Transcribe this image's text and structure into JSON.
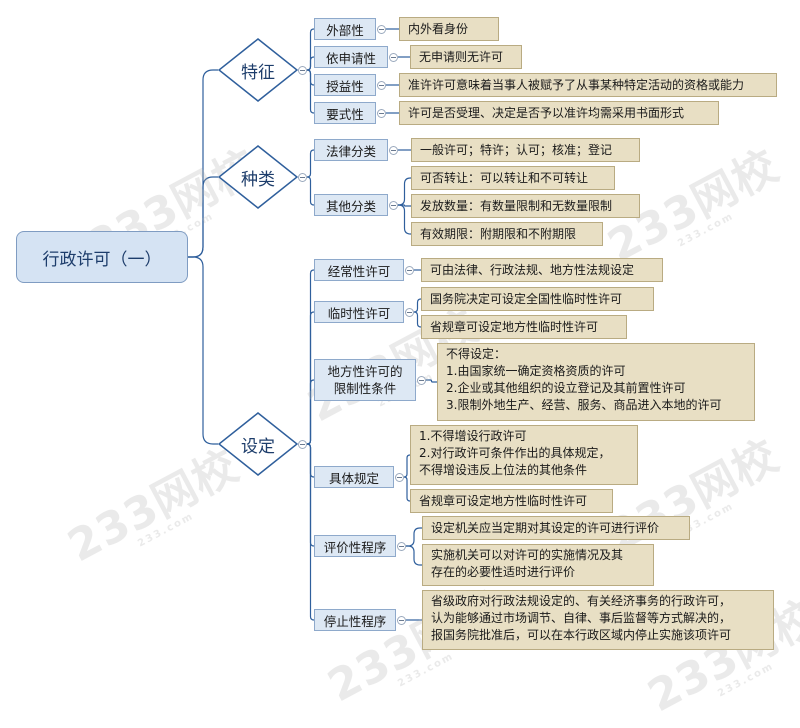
{
  "root": {
    "label": "行政许可（一）"
  },
  "branches": [
    {
      "label": "特征",
      "topics": [
        {
          "label": "外部性",
          "leaves": [
            {
              "lines": [
                "内外看身份"
              ]
            }
          ]
        },
        {
          "label": "依申请性",
          "leaves": [
            {
              "lines": [
                "无申请则无许可"
              ]
            }
          ]
        },
        {
          "label": "授益性",
          "leaves": [
            {
              "lines": [
                "准许许可意味着当事人被赋予了从事某种特定活动的资格或能力"
              ]
            }
          ]
        },
        {
          "label": "要式性",
          "leaves": [
            {
              "lines": [
                "许可是否受理、决定是否予以准许均需采用书面形式"
              ]
            }
          ]
        }
      ]
    },
    {
      "label": "种类",
      "topics": [
        {
          "label": "法律分类",
          "leaves": [
            {
              "lines": [
                "一般许可；特许；认可；核准；登记"
              ]
            }
          ]
        },
        {
          "label": "其他分类",
          "leaves": [
            {
              "lines": [
                "可否转让：可以转让和不可转让"
              ]
            },
            {
              "lines": [
                "发放数量：有数量限制和无数量限制"
              ]
            },
            {
              "lines": [
                "有效期限：附期限和不附期限"
              ]
            }
          ]
        }
      ]
    },
    {
      "label": "设定",
      "topics": [
        {
          "label": "经常性许可",
          "leaves": [
            {
              "lines": [
                "可由法律、行政法规、地方性法规设定"
              ]
            }
          ]
        },
        {
          "label": "临时性许可",
          "leaves": [
            {
              "lines": [
                "国务院决定可设定全国性临时性许可"
              ]
            },
            {
              "lines": [
                "省规章可设定地方性临时性许可"
              ]
            }
          ]
        },
        {
          "label": [
            "地方性许可的",
            "限制性条件"
          ],
          "leaves": [
            {
              "lines": [
                "不得设定：",
                "1.由国家统一确定资格资质的许可",
                "2.企业或其他组织的设立登记及其前置性许可",
                "3.限制外地生产、经营、服务、商品进入本地的许可"
              ]
            }
          ]
        },
        {
          "label": "具体规定",
          "leaves": [
            {
              "lines": [
                "1.不得增设行政许可",
                "2.对行政许可条件作出的具体规定，",
                "不得增设违反上位法的其他条件"
              ]
            },
            {
              "lines": [
                "省规章可设定地方性临时性许可"
              ]
            }
          ]
        },
        {
          "label": "评价性程序",
          "leaves": [
            {
              "lines": [
                "设定机关应当定期对其设定的许可进行评价"
              ]
            },
            {
              "lines": [
                "实施机关可以对许可的实施情况及其",
                "存在的必要性适时进行评价"
              ]
            }
          ]
        },
        {
          "label": "停止性程序",
          "leaves": [
            {
              "lines": [
                "省级政府对行政法规设定的、有关经济事务的行政许可，",
                "认为能够通过市场调节、自律、事后监督等方式解决的，",
                "报国务院批准后，可以在本行政区域内停止实施该项许可"
              ]
            }
          ]
        }
      ]
    }
  ],
  "watermark": {
    "brand": "233网校",
    "domain": "233.com"
  },
  "colors": {
    "line": "#2f5f9c",
    "topic_fill": "#dde8f4",
    "leaf_fill": "#e8dfc4",
    "root_fill": "#d5e3f3"
  }
}
